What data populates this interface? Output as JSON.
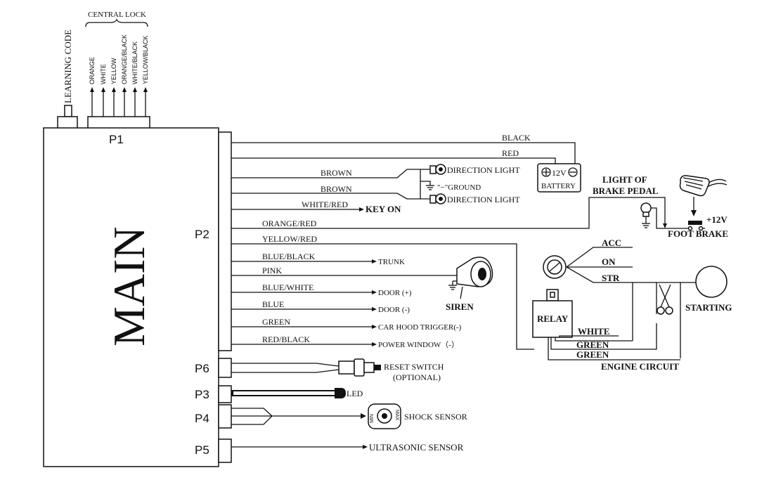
{
  "top": {
    "learning_code": "LEARNING CODE",
    "central_lock": "CENTRAL LOCK",
    "lock_wires": [
      "ORANGE",
      "WHITE",
      "YELLOW",
      "ORANGE/BLACK",
      "WHITE/BLACK",
      "YELLOW/BLACK"
    ]
  },
  "main": {
    "label": "MAIN",
    "ports": {
      "p1": "P1",
      "p2": "P2",
      "p3": "P3",
      "p4": "P4",
      "p5": "P5",
      "p6": "P6"
    }
  },
  "p2_wires": {
    "black": "BLACK",
    "red": "RED",
    "brown1": "BROWN",
    "brown2": "BROWN",
    "white_red": "WHITE/RED",
    "orange_red": "ORANGE/RED",
    "yellow_red": "YELLOW/RED",
    "blue_black": "BLUE/BLACK",
    "pink": "PINK",
    "blue_white": "BLUE/WHITE",
    "blue": "BLUE",
    "green": "GREEN",
    "red_black": "RED/BLACK"
  },
  "targets": {
    "direction_light_1": "DIRECTION LIGHT",
    "ground": "\"−\"GROUND",
    "direction_light_2": "DIRECTION LIGHT",
    "key_on": "KEY ON",
    "battery_voltage": "12V",
    "battery": "BATTERY",
    "brake_light_1": "LIGHT OF",
    "brake_light_2": "BRAKE PEDAL",
    "plus_12v": "+12V",
    "foot_brake": "FOOT BRAKE",
    "trunk": "TRUNK",
    "siren": "SIREN",
    "door_plus": "DOOR (+)",
    "door_minus": "DOOR (-)",
    "car_hood": "CAR HOOD TRIGGER(-)",
    "power_window": "POWER WINDOW（-）",
    "acc": "ACC",
    "on": "ON",
    "str": "STR",
    "starting": "STARTING",
    "relay": "RELAY",
    "white": "WHITE",
    "green1": "GREEN",
    "green2": "GREEN",
    "engine_circuit": "ENGINE CIRCUIT",
    "reset_switch": "RESET SWITCH",
    "optional": "(OPTIONAL)",
    "led": "LED",
    "shock_sensor": "SHOCK SENSOR",
    "shock_min": "MIN",
    "shock_max": "MAX",
    "ultrasonic_sensor": "ULTRASONIC SENSOR"
  }
}
